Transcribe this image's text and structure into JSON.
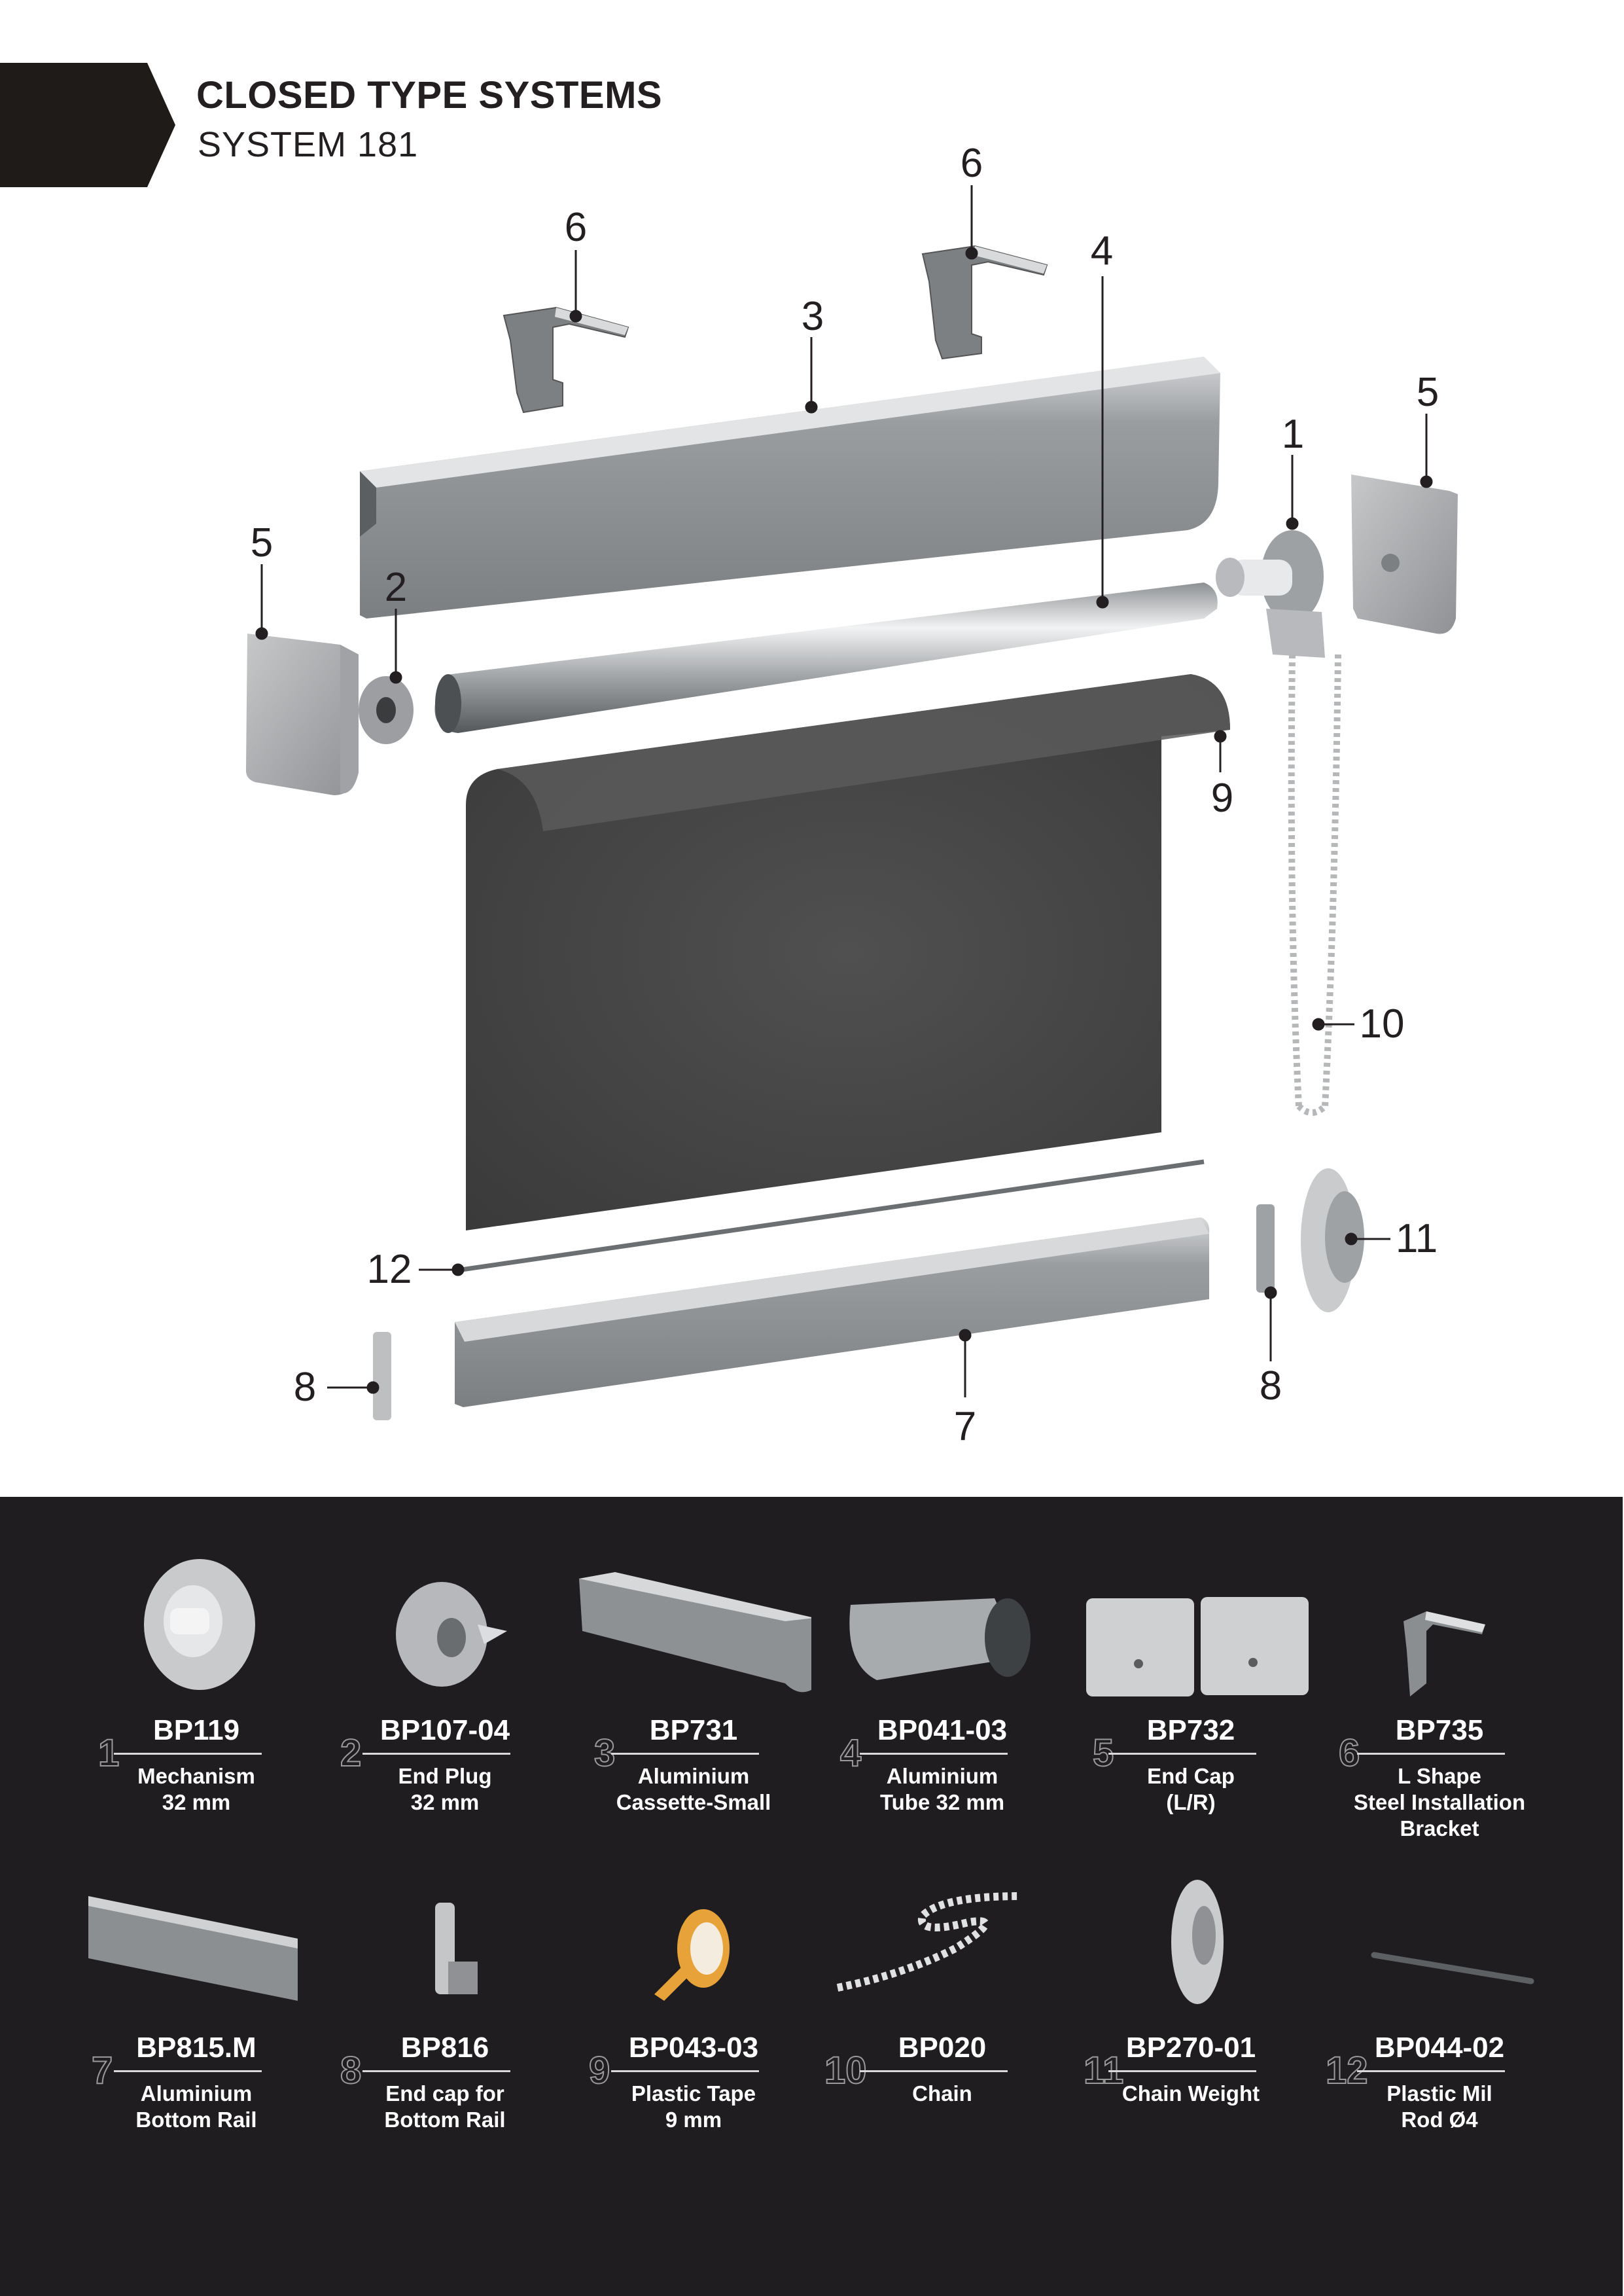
{
  "header": {
    "title": "CLOSED TYPE SYSTEMS",
    "subtitle": "SYSTEM 181"
  },
  "colors": {
    "header_tab": "#1e1b18",
    "panel_bg": "#201d21",
    "text_dark": "#231f20",
    "text_light": "#ffffff",
    "index_outline": "#9a9a9a",
    "metal_light": "#c9cbcd",
    "metal_mid": "#8a8d90",
    "fabric": "#4a4a4a"
  },
  "diagram": {
    "callouts": [
      {
        "num": "6",
        "label": "Bracket (left)"
      },
      {
        "num": "6",
        "label": "Bracket (right)"
      },
      {
        "num": "3",
        "label": "Cassette"
      },
      {
        "num": "4",
        "label": "Tube"
      },
      {
        "num": "5",
        "label": "End Cap (right)"
      },
      {
        "num": "1",
        "label": "Mechanism"
      },
      {
        "num": "5",
        "label": "End Cap (left)"
      },
      {
        "num": "2",
        "label": "End Plug"
      },
      {
        "num": "9",
        "label": "Plastic Tape"
      },
      {
        "num": "10",
        "label": "Chain"
      },
      {
        "num": "11",
        "label": "Chain Weight"
      },
      {
        "num": "12",
        "label": "Plastic Mil Rod"
      },
      {
        "num": "8",
        "label": "End cap bottom rail (left)"
      },
      {
        "num": "7",
        "label": "Bottom Rail"
      },
      {
        "num": "8",
        "label": "End cap bottom rail (right)"
      }
    ]
  },
  "parts": [
    {
      "index": "1",
      "code": "BP119",
      "desc": "Mechanism\n32  mm",
      "icon": "mechanism-icon"
    },
    {
      "index": "2",
      "code": "BP107-04",
      "desc": "End Plug\n32 mm",
      "icon": "end-plug-icon"
    },
    {
      "index": "3",
      "code": "BP731",
      "desc": "Aluminium\nCassette-Small",
      "icon": "cassette-icon"
    },
    {
      "index": "4",
      "code": "BP041-03",
      "desc": "Aluminium\nTube 32 mm",
      "icon": "tube-icon"
    },
    {
      "index": "5",
      "code": "BP732",
      "desc": "End Cap\n(L/R)",
      "icon": "end-cap-icon"
    },
    {
      "index": "6",
      "code": "BP735",
      "desc": "L Shape\nSteel Installation\nBracket",
      "icon": "bracket-icon"
    },
    {
      "index": "7",
      "code": "BP815.M",
      "desc": "Aluminium\nBottom Rail",
      "icon": "bottom-rail-icon"
    },
    {
      "index": "8",
      "code": "BP816",
      "desc": "End cap for\nBottom Rail",
      "icon": "bottom-rail-cap-icon"
    },
    {
      "index": "9",
      "code": "BP043-03",
      "desc": "Plastic Tape\n9 mm",
      "icon": "tape-icon"
    },
    {
      "index": "10",
      "code": "BP020",
      "desc": "Chain",
      "icon": "chain-icon"
    },
    {
      "index": "11",
      "code": "BP270-01",
      "desc": "Chain Weight",
      "icon": "chain-weight-icon"
    },
    {
      "index": "12",
      "code": "BP044-02",
      "desc": "Plastic Mil\nRod Ø4",
      "icon": "rod-icon"
    }
  ]
}
